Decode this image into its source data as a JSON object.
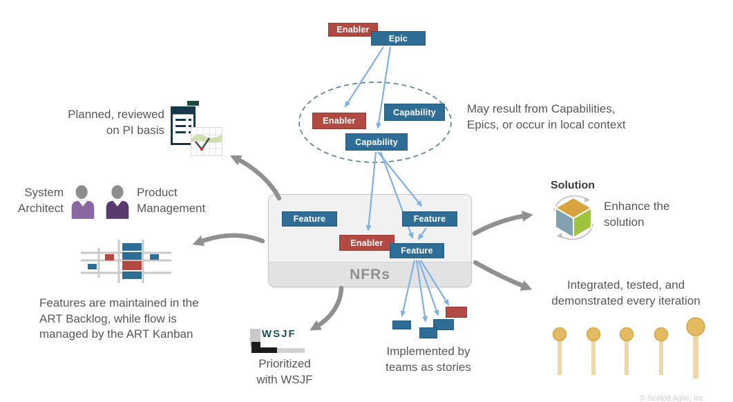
{
  "diagram": {
    "top": {
      "enabler": "Enabler",
      "epic": "Epic"
    },
    "ellipse": {
      "enabler": "Enabler",
      "capability_top": "Capability",
      "capability_bottom": "Capability"
    },
    "nfr": {
      "label": "NFRs",
      "feature_left": "Feature",
      "feature_top": "Feature",
      "enabler": "Enabler",
      "feature_bottom": "Feature"
    },
    "notes": {
      "may_result": [
        "May result from Capabilities,",
        "Epics, or occur in local context"
      ],
      "planned": [
        "Planned, reviewed",
        "on PI basis"
      ],
      "system_architect": [
        "System",
        "Architect"
      ],
      "product_management": [
        "Product",
        "Management"
      ],
      "backlog": [
        "Features are maintained in the",
        "ART Backlog, while flow is",
        "managed by the ART Kanban"
      ],
      "prioritized": [
        "Prioritized",
        "with WSJF"
      ],
      "implemented": [
        "Implemented by",
        "teams as stories"
      ],
      "enhance": [
        "Enhance the",
        "solution"
      ],
      "integrated": [
        "Integrated, tested, and",
        "demonstrated every iteration"
      ]
    },
    "solution_title": "Solution",
    "wsjf_logo": "WSJF",
    "attribution": "© Scaled Agile, Inc.",
    "icons": [
      "pi-plan-document-icon",
      "trend-chart-icon",
      "system-architect-person-icon",
      "product-management-person-icon",
      "kanban-board-icon",
      "wsjf-logo-icon",
      "solution-cube-icon",
      "iteration-milestone-lollipop-icons"
    ],
    "colors": {
      "enabler_red": "#b04a42",
      "item_blue": "#2e6e96",
      "arrow_blue": "#7fb0e2",
      "arrow_gray": "#909090",
      "nfr_fill": "#f1f1f1",
      "nfr_strip": "#e2e2e2",
      "purple_light": "#8a67a0",
      "purple_dark": "#583a6e",
      "cube_gold": "#d7a440",
      "cube_teal": "#7fa2ae",
      "cube_green": "#9ec43e",
      "lollipop_gold": "#e3ba62"
    }
  }
}
